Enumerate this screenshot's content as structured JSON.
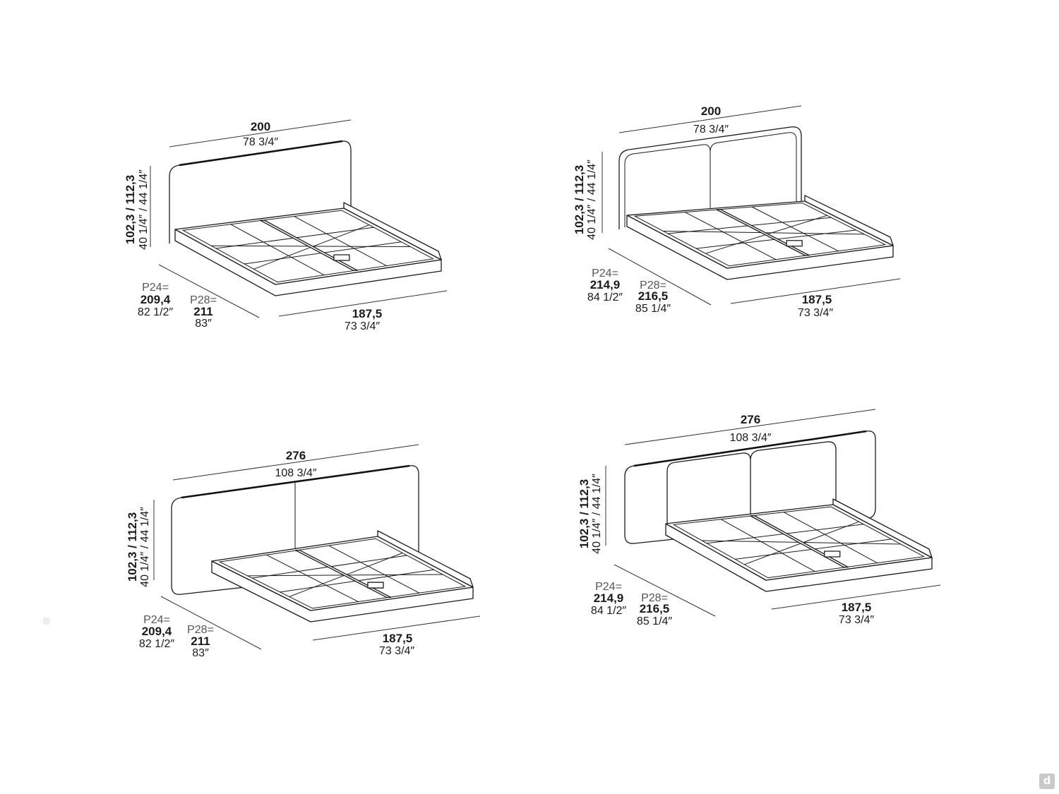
{
  "diagrams": [
    {
      "name": "bed-200-single-headboard",
      "width_cm": "200",
      "width_in": "78 3/4″",
      "height_cm": "102,3 / 112,3",
      "height_in": "40 1/4″ / 44 1/4″",
      "p24_label": "P24=",
      "p24_cm": "209,4",
      "p24_in": "82 1/2″",
      "p28_label": "P28=",
      "p28_cm": "211",
      "p28_in": "83″",
      "depth_cm": "187,5",
      "depth_in": "73 3/4″"
    },
    {
      "name": "bed-200-cushion-headboard",
      "width_cm": "200",
      "width_in": "78 3/4″",
      "height_cm": "102,3 / 112,3",
      "height_in": "40 1/4″ / 44 1/4″",
      "p24_label": "P24=",
      "p24_cm": "214,9",
      "p24_in": "84 1/2″",
      "p28_label": "P28=",
      "p28_cm": "216,5",
      "p28_in": "85 1/4″",
      "depth_cm": "187,5",
      "depth_in": "73 3/4″"
    },
    {
      "name": "bed-276-wide-headboard",
      "width_cm": "276",
      "width_in": "108 3/4″",
      "height_cm": "102,3 / 112,3",
      "height_in": "40 1/4″ / 44 1/4″",
      "p24_label": "P24=",
      "p24_cm": "209,4",
      "p24_in": "82 1/2″",
      "p28_label": "P28=",
      "p28_cm": "211",
      "p28_in": "83″",
      "depth_cm": "187,5",
      "depth_in": "73 3/4″"
    },
    {
      "name": "bed-276-wide-cushion-headboard",
      "width_cm": "276",
      "width_in": "108 3/4″",
      "height_cm": "102,3 / 112,3",
      "height_in": "40 1/4″ / 44 1/4″",
      "p24_label": "P24=",
      "p24_cm": "214,9",
      "p24_in": "84 1/2″",
      "p28_label": "P28=",
      "p28_cm": "216,5",
      "p28_in": "85 1/4″",
      "depth_cm": "187,5",
      "depth_in": "73 3/4″"
    }
  ],
  "watermark": "d"
}
